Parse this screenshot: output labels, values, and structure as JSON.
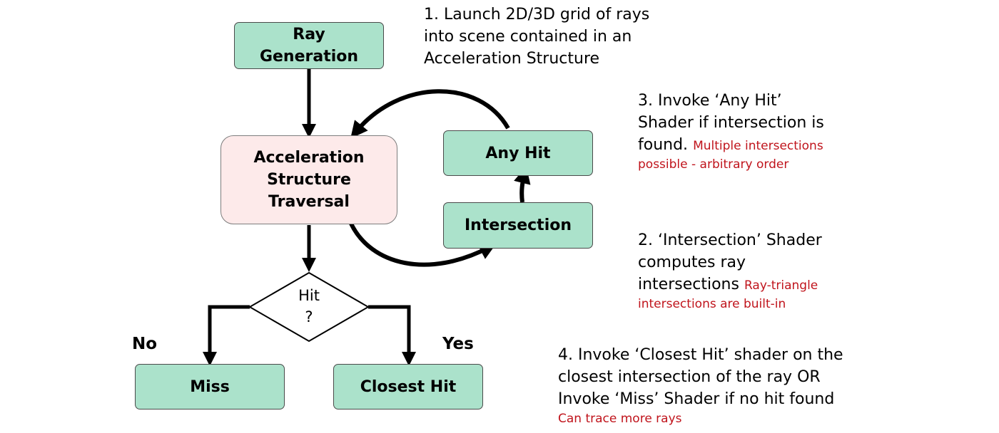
{
  "nodes": {
    "ray_generation": [
      "Ray",
      "Generation"
    ],
    "traversal": [
      "Acceleration",
      "Structure",
      "Traversal"
    ],
    "any_hit": "Any Hit",
    "intersection": "Intersection",
    "miss": "Miss",
    "closest_hit": "Closest Hit",
    "decision": [
      "Hit",
      "?"
    ]
  },
  "branch_labels": {
    "no": "No",
    "yes": "Yes"
  },
  "notes": {
    "note1": [
      "1. Launch 2D/3D grid of rays",
      "into scene contained in an",
      "Acceleration Structure"
    ],
    "note3": {
      "lines": [
        "3. Invoke ‘Any Hit’",
        "Shader if intersection is",
        "found."
      ],
      "red": [
        "Multiple intersections",
        "possible - arbitrary order"
      ]
    },
    "note2": {
      "lines": [
        "2. ‘Intersection’ Shader",
        "computes ray",
        "intersections"
      ],
      "red": [
        "Ray-triangle",
        "intersections are built-in"
      ]
    },
    "note4": {
      "lines": [
        "4. Invoke ‘Closest Hit’ shader on the",
        "closest intersection of the ray OR",
        "Invoke ‘Miss’ Shader if no hit found"
      ],
      "red": "Can trace more rays"
    }
  },
  "colors": {
    "node_green": "#abe2cb",
    "node_pink": "#fdeaea",
    "note_red": "#c0141c"
  }
}
